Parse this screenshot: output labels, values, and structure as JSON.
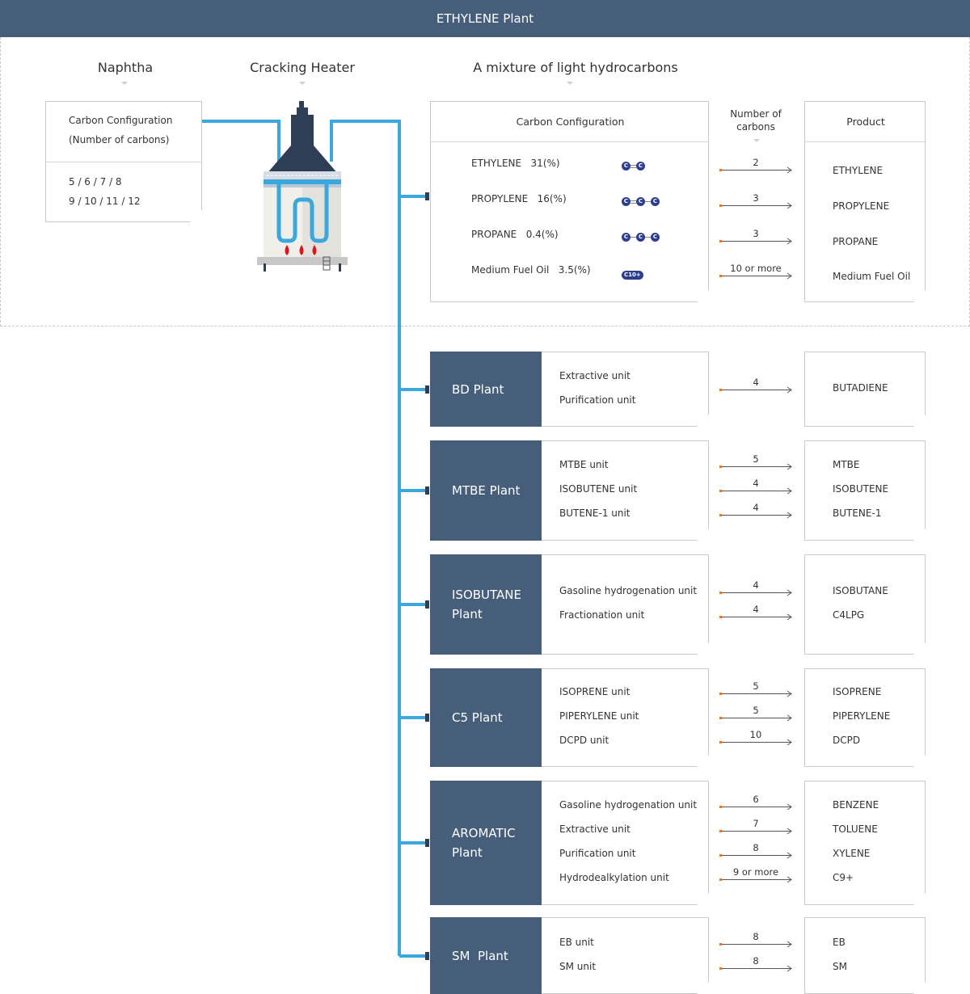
{
  "header": {
    "title": "ETHYLENE Plant"
  },
  "columns": {
    "naphtha": "Naphtha",
    "heater": "Cracking Heater",
    "mixture": "A mixture of light hydrocarbons"
  },
  "naphtha_card": {
    "title_line1": "Carbon Configuration",
    "title_line2": "(Number of carbons)",
    "values_line1": "5 / 6 / 7 / 8",
    "values_line2": "9 / 10 / 11 / 12"
  },
  "mixture_card": {
    "title": "Carbon Configuration",
    "rows": [
      {
        "name": "ETHYLENE",
        "pct": "31(%)",
        "formula": "C=C"
      },
      {
        "name": "PROPYLENE",
        "pct": "16(%)",
        "formula": "C=C-C"
      },
      {
        "name": "PROPANE",
        "pct": "0.4(%)",
        "formula": "C-C-C"
      },
      {
        "name": "Medium Fuel Oil",
        "pct": "3.5(%)",
        "formula": "C10+"
      }
    ]
  },
  "number_of_carbons_header": {
    "line1": "Number of",
    "line2": "carbons"
  },
  "product_header": "Product",
  "ethylene_arrows": [
    "2",
    "3",
    "3",
    "10 or more"
  ],
  "ethylene_products": [
    "ETHYLENE",
    "PROPYLENE",
    "PROPANE",
    "Medium Fuel Oil"
  ],
  "plants": [
    {
      "name_line1": "BD Plant",
      "name_line2": "",
      "units": [
        "Extractive unit",
        "Purification unit"
      ],
      "carbons": [
        "4"
      ],
      "products": [
        "BUTADIENE"
      ]
    },
    {
      "name_line1": "MTBE Plant",
      "name_line2": "",
      "units": [
        "MTBE unit",
        "ISOBUTENE unit",
        "BUTENE-1 unit"
      ],
      "carbons": [
        "5",
        "4",
        "4"
      ],
      "products": [
        "MTBE",
        "ISOBUTENE",
        "BUTENE-1"
      ]
    },
    {
      "name_line1": "ISOBUTANE",
      "name_line2": "Plant",
      "units": [
        "Gasoline hydrogenation unit",
        "Fractionation unit"
      ],
      "carbons": [
        "4",
        "4"
      ],
      "products": [
        "ISOBUTANE",
        "C4LPG"
      ]
    },
    {
      "name_line1": "C5 Plant",
      "name_line2": "",
      "units": [
        "ISOPRENE unit",
        "PIPERYLENE unit",
        "DCPD unit"
      ],
      "carbons": [
        "5",
        "5",
        "10"
      ],
      "products": [
        "ISOPRENE",
        "PIPERYLENE",
        "DCPD"
      ]
    },
    {
      "name_line1": "AROMATIC",
      "name_line2": "Plant",
      "units": [
        "Gasoline hydrogenation unit",
        "Extractive unit",
        "Purification unit",
        "Hydrodealkylation unit"
      ],
      "carbons": [
        "6",
        "7",
        "8",
        "9 or more"
      ],
      "products": [
        "BENZENE",
        "TOLUENE",
        "XYLENE",
        "C9+"
      ]
    },
    {
      "name_line1": "SM  Plant",
      "name_line2": "",
      "units": [
        "EB unit",
        "SM unit"
      ],
      "carbons": [
        "8",
        "8"
      ],
      "products": [
        "EB",
        "SM"
      ]
    }
  ],
  "colors": {
    "header_bg": "#475e7a",
    "pipe": "#3aa8dd",
    "plant_bg": "#475e7a",
    "formula_circle": "#2e3d8f",
    "arrow_dot": "#e8772e"
  }
}
